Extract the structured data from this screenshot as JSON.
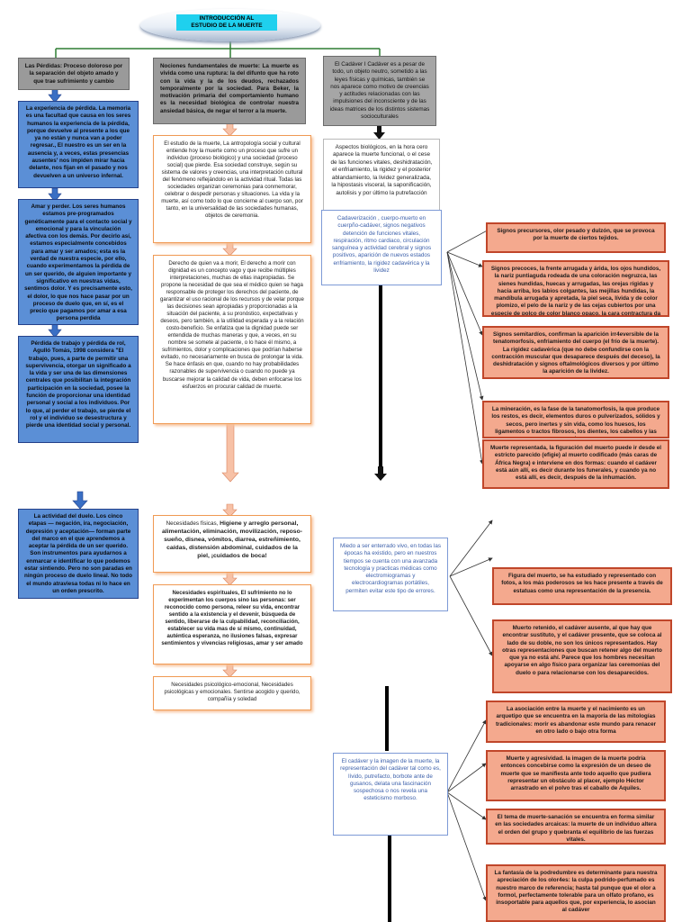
{
  "title": "INTRODUCCIÓN AL\nESTUDIO DE LA MUERTE",
  "branches": {
    "left_header": "Las Pérdidas: Proceso doloroso por la separación del objeto amado y que trae sufrimiento y cambio",
    "center_header": "Nociones fundamentales de muerte: La muerte es vivida como una ruptura: la del difunto que ha roto con la vida y la de los deudos, rechazados temporalmente por la sociedad. Para Beker, la motivación primaria del comportamiento humano es la necesidad biológica de controlar nuestra ansiedad básica, de negar el terror a la muerte.",
    "right_header": "El Cadáver I Cadáver es a pesar de todo, un objeto neutro, sometido a las leyes físicas y químicas, también se nos aparece como motivo de creencias y actitudes relacionadas con las impulsiones del inconsciente y de las ideas matrices de los distintos sistemas socioculturales"
  },
  "left_column": [
    "La experiencia de pérdida. La memoria es una facultad que causa en los seres humanos la experiencia de la pérdida, porque devuelve al presente a los que ya no están y nunca van a poder regresar., El nuestro es un ser en la ausencia y, a veces, estas presencias ausentes' nos impiden mirar hacia delante, nos fijan en el pasado y nos devuelven a un universo infernal.",
    "Amar y perder. Los seres humanos estamos pre-programados genéticamente para el contacto social y emocional y para la vinculación afectiva con los demás. Por decirlo así, estamos especialmente concebidos para amar y ser amados; esta es la verdad de nuestra especie, por ello, cuando experimentamos la pérdida de un ser querido, de alguien importante y significativo en nuestras vidas, sentimos dolor. Y es precisamente esto, el dolor, lo que nos hace pasar por un proceso de duelo que, en sí, es el precio que pagamos por amar a esa persona perdida",
    "Pérdida de trabajo y pérdida de rol, Agulló Tomás, 1998 considera \"El trabajo, pues, a parte de permitir una supervivencia, otorgar un significado a la vida y ser una de las dimensiones centrales que posibilitan la integración participación en la sociedad, posee la función de proporcionar una identidad personal y social a los individuos. Por lo que, al perder el trabajo, se pierde el rol y el individuo se desestructura y pierde una identidad social y personal.",
    "La actividad del duelo. Los cinco etapas — negación, ira, negociación, depresión y aceptación— forman parte del marco en el que aprendemos a aceptar la pérdida de un ser querido. Son instrumentos para ayudarnos a enmarcar e identificar lo que podemos estar sintiendo. Pero no son paradas en ningún proceso de duelo lineal. No todo el mundo atraviesa todas ni lo hace en un orden prescrito."
  ],
  "center_column": [
    "El estudio de la muerte, La antropología social y cultural entiende hoy la muerte como un proceso que sufre un individuo (proceso biológico) y una sociedad (proceso social) que pierde. Esa sociedad construye, según su sistema de valores y creencias, una interpretación cultural del fenómeno reflejándolo en la actividad ritual. Todas las sociedades organizan ceremonias para conmemorar, celebrar o despedir personas y situaciones. La vida y la muerte, así como todo lo que concierne al cuerpo son, por tanto, en la universalidad de las sociedades humanas, objetos de ceremonia.",
    "Derecho de quien va a morir, El derecho a morir con dignidad es un concepto vago y que recibe múltiples interpretaciones, muchas de ellas inapropiadas. Se propone la necesidad de que sea el médico quien se haga responsable de proteger los derechos del paciente, de garantizar el uso racional de los recursos y de velar porque las decisiones sean apropiadas y proporcionadas a la situación del paciente, a su pronóstico, expectativas y deseos, pero también, a la utilidad esperada y a la relación costo-beneficio. Se enfatiza que la dignidad puede ser entendida de muchas maneras y que, a veces, en su nombre se somete al paciente, o lo hace él mismo, a sufrimientos, dolor y complicaciones que podrían haberse evitado, no necesariamente en busca de prolongar la vida. Se hace énfasis en que, cuando no hay probabilidades razonables de supervivencia o cuando no puede ya buscarse mejorar la calidad de vida, deben enfocarse los esfuerzos en procurar calidad de muerte.",
    {
      "lead": "Necesidades físicas, ",
      "rest": "Higiene y arreglo personal, alimentación, eliminación, movilización, reposo-sueño, disnea, vómitos, diarrea, estreñimiento, caídas, distensión abdominal, cuidados de la piel, ¡cuidados de boca!"
    },
    "Necesidades espirituales, El sufrimiento no lo experimentan los cuerpos sino las personas: ser reconocido como persona, releer su vida, encontrar sentido a la existencia y el devenir, búsqueda de sentido, liberarse de la culpabilidad, reconciliación, establecer su vida mas de sí mismo, continuidad, auténtica esperanza, no ilusiones falsas, expresar sentimientos y vivencias religiosas, amar y ser amado",
    "Necesidades psicológico-emocional, Necesidades psicológicas y emocionales. Sentirse acogido y querido, compañía y soledad"
  ],
  "right_column": {
    "biological": "Aspectos biológicos, en la hora cero aparece la muerte funcional, o el cese de las funciones vitales, deshidratación, el enfriamiento, la rigidez y el posterior ablandamiento, la lividez generalizada, la hipostasis visceral, la saponificación, autolisis y por último la putrefacción",
    "cadaverization": "Cadaverización , cuerpo-muerto en cuerpño-cadáver, signos negativos detención de funciones vitales, respiración, ritmo cardiaco, circulación sanguínea y actividad cerebral y signos positivos, aparición de nuevos estados enfriamiento, la rigidez cadavérica y la lividez",
    "fear": "Miedo a ser enterrado vivo, en todas las épocas ha existido, pero en nuestros tiempos se cuenta con una avanzada tecnología y practicas médicas como electromiogramas y electrocardiogramas portátiles, permiten evitar este tipo de errores.",
    "image": "El cadáver y la imagen de la muerte, la representación del cadáver tal como es, lívido, putrefacto, borbote ante de gusanos, delata una fascinación sospechosa o nos revela una esteticismo morboso."
  },
  "far_right": [
    "Signos precursores, olor pesado y dulzón, que se provoca por la muerte de ciertos tejidos.",
    "Signos precoces, la frente arrugada y árida, los ojos hundidos, la nariz puntiaguda rodeada de una coloración negruzca, las sienes hundidas, huecas y arrugadas, las orejas rígidas y hacia arriba, los labios colgantes, las mejillas hundidas, la mandíbula arrugada y apretada, la piel seca, lívida y de color plomizo, el pelo de la nariz y de las cejas cubiertos por una especie de polco de color blanco opaco, la cara contractura da e irreconocible.",
    "Signos semitardíos, confirman la aparición irr4eversible de la tenatomorfosis, enfriamiento del cuerpo (el frío de la muerte). La rigidez cadavérica (que no debe confundirse con la contracción muscular que desaparece después del deceso), la deshidratación y signos oftalmológicos diversos y por último la aparición de la lividez.",
    "La mineración, es la fase de la tanatomorfosis, la que produce los restos, es decir, elementos duros o pulverizados, sólidos y secos, pero inertes y sin vida, como los huesos, los ligamentos o tractos fibrosos, los dientes, los cabellos y las cenizas.",
    "Muerte representada, la figuración del muerto puede ir desde el estricto parecido (efigie) al muerto codificado (más caras de África Negra) e interviene en dos formas: cuando el cadáver está aún allí, es decir durante los funerales, y cuando ya no está allí, es decir, después de la inhumación.",
    "Figura del muerto, se ha estudiado y representado con fotos, a los más poderosos se les hace presente a través de estatuas como una representación de la presencia.",
    "Muerto retenido, el cadáver ausente, al que hay que encontrar sustituto, y el cadáver presente, que se coloca al lado de su doble, no son los únicos representados. Hay otras representaciones que buscan retener algo del muerto que ya no está ahí. Parece que los hombres necesitan apoyarse en algo físico para organizar las ceremonias del duelo o para relacionarse con los desaparecidos.",
    "La asociación entre la muerte y el nacimiento es un arquetipo que se encuentra en la mayoría de las mitologías tradicionales: morir es abandonar este mundo para renacer en otro lado o bajo otra forma",
    "Muerte y agresividad. la imagen de la muerte podría entonces concebirse como la expresión de un deseo de muerte que se manifiesta ante todo aquello que pudiera representar un obstáculo al placer, ejemplo Héctor arrastrado en el polvo tras el caballo de Aquiles.",
    "El tema de muerte-sanación se encuentra en forma similar en las sociedades arcaicas: la muerte de un individuo altera el orden del grupo y quebranta el equilibrio de las fuerzas vitales.",
    "La fantasía de la podredumbre es determinante para nuestra apreciación de los olor4es: la culpa podrido-perfumado es nuestro marco de referencia; hasta tal punque que el olor a formol, perfectamente tolerable para un olfato profano, es insoportable para aquellos que, por experiencia, lo asocian al cadáver"
  ]
}
